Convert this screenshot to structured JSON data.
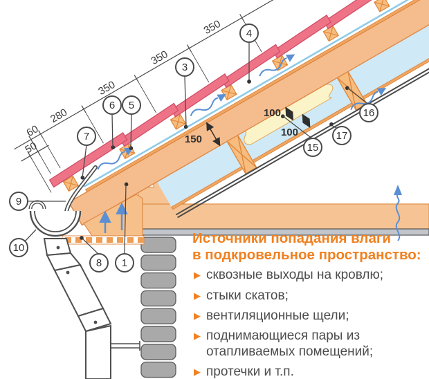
{
  "diagram": {
    "callouts": {
      "c1": "1",
      "c3": "3",
      "c4": "4",
      "c5": "5",
      "c6": "6",
      "c7": "7",
      "c8": "8",
      "c9": "9",
      "c10": "10",
      "c15": "15",
      "c16": "16",
      "c17": "17"
    },
    "dims": {
      "d50": "50",
      "d60": "60",
      "d280": "280",
      "d350a": "350",
      "d350b": "350",
      "d350c": "350",
      "d150": "150",
      "d100a": "100",
      "d100b": "100"
    }
  },
  "legend": {
    "title_line1": "Источники попадания влаги",
    "title_line2": "в подкровельное пространство:",
    "items": [
      "сквозные выходы на кровлю;",
      "стыки скатов;",
      "вентиляционные щели;",
      "поднимающиеся пары из отапливаемых помещений;",
      "протечки и т.п."
    ]
  },
  "colors": {
    "tile": "#ee7386",
    "tile_edge": "#cf5068",
    "wood": "#f5bd8e",
    "wood_edge": "#e08c4a",
    "batten": "#f7bd7e",
    "batten_edge": "#e0873c",
    "insulation_blue": "#cfe9f6",
    "insulation_yellow": "#fbf4c8",
    "membrane": "#8fcbe8",
    "arrow_blue": "#5b8fd4",
    "metal": "#4f4f4f",
    "wall_gray": "#a9a9a9",
    "ceiling": "#f6c494",
    "accent_text": "#f08120",
    "body_text": "#4c4c4c"
  }
}
